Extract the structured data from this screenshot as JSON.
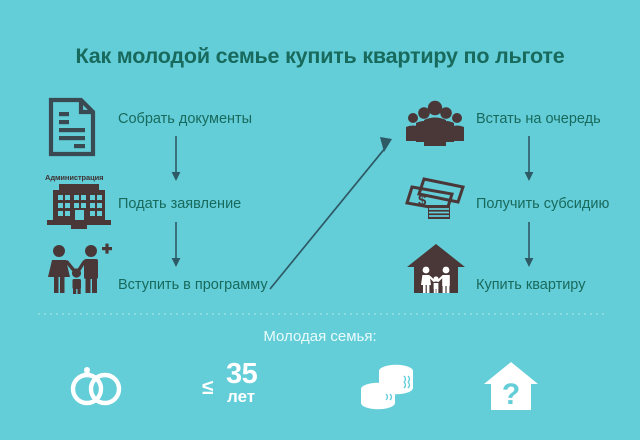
{
  "page": {
    "title": "Как молодой семье купить квартиру по льготе",
    "background_color": "#63cdd8",
    "text_color": "#186a5c",
    "icon_color": "#3f3232",
    "white_color": "#ffffff"
  },
  "flow": {
    "left_column": [
      {
        "id": "collect-documents",
        "label": "Собрать документы",
        "icon": "document-icon"
      },
      {
        "id": "submit-application",
        "label": "Подать заявление",
        "icon": "administration-building-icon",
        "icon_caption": "Администрация"
      },
      {
        "id": "join-program",
        "label": "Вступить в программу",
        "icon": "family-plus-icon"
      }
    ],
    "right_column": [
      {
        "id": "join-queue",
        "label": "Встать на очередь",
        "icon": "people-queue-icon"
      },
      {
        "id": "receive-subsidy",
        "label": "Получить субсидию",
        "icon": "money-banknotes-icon"
      },
      {
        "id": "buy-apartment",
        "label": "Купить квартиру",
        "icon": "house-family-icon"
      }
    ],
    "connectors": [
      {
        "id": "arrow-left-1",
        "type": "down-arrow-icon"
      },
      {
        "id": "arrow-left-2",
        "type": "down-arrow-icon"
      },
      {
        "id": "arrow-diagonal",
        "type": "diagonal-arrow-icon"
      },
      {
        "id": "arrow-right-1",
        "type": "down-arrow-icon"
      },
      {
        "id": "arrow-right-2",
        "type": "down-arrow-icon"
      }
    ]
  },
  "bottom": {
    "heading": "Молодая семья:",
    "items": [
      {
        "id": "marriage",
        "icon": "wedding-rings-icon",
        "label": ""
      },
      {
        "id": "age",
        "icon": "age-limit-icon",
        "comparator": "≤",
        "number": "35",
        "unit": "лет"
      },
      {
        "id": "income",
        "icon": "coins-stack-icon",
        "label": ""
      },
      {
        "id": "housing-need",
        "icon": "house-question-icon",
        "label": ""
      }
    ]
  }
}
